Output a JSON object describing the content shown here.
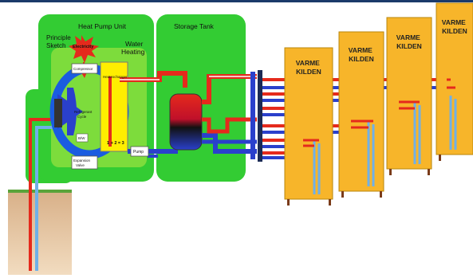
{
  "labels": {
    "principle_sketch": [
      "Principle",
      "Sketch"
    ],
    "heat_pump_unit": "Heat Pump Unit",
    "storage_tank": "Storage Tank",
    "electricity": "Electricity",
    "water_heating": [
      "Water",
      "Heating"
    ],
    "compressor": "Compressor",
    "heatexchanger": "Heatexchanger",
    "refrigerant_cycle": [
      "Refrigerant",
      "Cycle"
    ],
    "bw": "B/W",
    "expansion_valve": [
      "Expansion",
      "Valve"
    ],
    "pump": "Pump",
    "one_plus_two": "1 + 2 = 3"
  },
  "units": [
    {
      "label": [
        "VARME",
        "KILDEN"
      ]
    },
    {
      "label": [
        "VARME",
        "KILDEN"
      ]
    },
    {
      "label": [
        "VARME",
        "KILDEN"
      ]
    },
    {
      "label": [
        "VARME",
        "KILDEN"
      ]
    }
  ],
  "colors": {
    "green_box": "#33cc33",
    "green_light": "#7ddc3c",
    "unit_fill": "#f7b52a",
    "unit_stroke": "#b8860b",
    "hot_pipe": "#e52a1c",
    "cold_pipe": "#2a40cc",
    "light_pipe": "#6fb0e8",
    "ground": "#e9c8a0",
    "grass": "#5aa33a",
    "refrigerant_blue": "#1a5ce0",
    "heatex_yellow": "#ffee00"
  }
}
